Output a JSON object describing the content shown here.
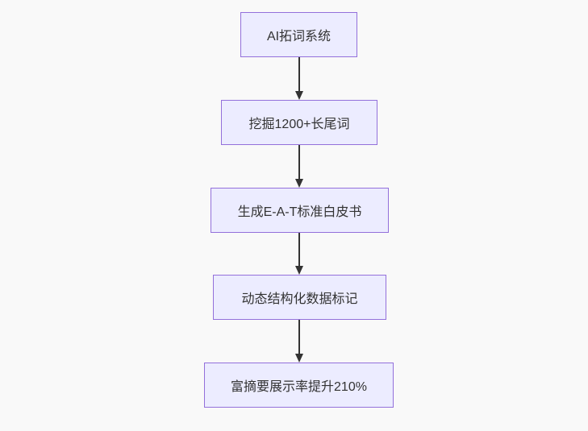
{
  "diagram": {
    "type": "flowchart",
    "direction": "top-down",
    "nodes": [
      {
        "label": "AI拓词系统"
      },
      {
        "label": "挖掘1200+长尾词"
      },
      {
        "label": "生成E-A-T标准白皮书"
      },
      {
        "label": "动态结构化数据标记"
      },
      {
        "label": "富摘要展示率提升210%"
      }
    ],
    "edges": [
      {
        "from": 0,
        "to": 1
      },
      {
        "from": 1,
        "to": 2
      },
      {
        "from": 2,
        "to": 3
      },
      {
        "from": 3,
        "to": 4
      }
    ],
    "colors": {
      "background": "#f9f9f9",
      "node_fill": "#ECECFF",
      "node_border": "#9370DB",
      "arrow": "#333333",
      "text": "#333333"
    }
  }
}
